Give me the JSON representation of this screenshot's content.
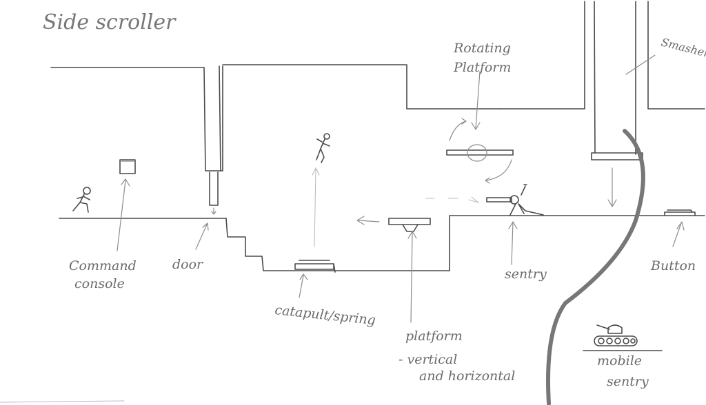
{
  "title": "Side   scroller",
  "labels": {
    "command_console": [
      "Command",
      "console"
    ],
    "door": "door",
    "catapult": "catapult/spring",
    "platform": [
      "platform",
      "- vertical",
      "and horizontal"
    ],
    "rotating_platform": [
      "Rotating",
      "Platform"
    ],
    "smasher": "Smasher",
    "sentry": "sentry",
    "button": "Button",
    "mobile_sentry": [
      "mobile",
      "sentry"
    ]
  }
}
